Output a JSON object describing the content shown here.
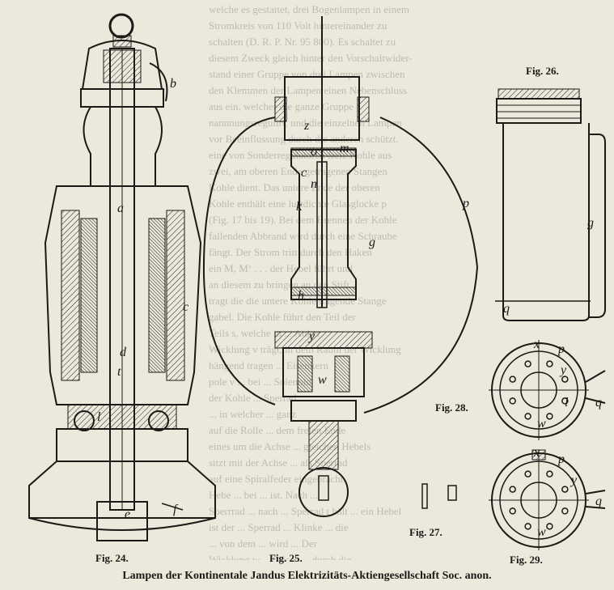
{
  "background_text": [
    "welche es gestattet, drei Bogenlampen in einem",
    "Stromkreis von 110 Volt hintereinander zu",
    "schalten (D. R. P. Nr. 95 800). Es schaltet zu",
    "diesem Zweck gleich hinter den Vorschaltwider-",
    "stand einer Gruppe von drei Lampen zwischen",
    "den Klemmen der Lampen einen Nebenschluss",
    "aus ein, welcher die ganze Gruppe",
    "nannnungsregulirt, und die einzelnen Lampen",
    "vor Beeinflussung durch die anderen schützt.",
    "eine von Sonderregulatoren freie Kohle aus",
    "zwei, am oberen Ende getragenen Stangen",
    "Kohle dient. Das untere Ende der oberen",
    "Kohle enthält eine luftdichte Glasglocke p",
    "(Fig. 17 bis 19). Bei dem Brennen der Kohle",
    "fallenden Abbrand wird durch eine Schraube",
    "fängt. Der Strom tritt durch den Haken",
    "ein M, M‘ . . . der Hebel führt und",
    "an diesem zu bringen an den Stift",
    "tragt die die untere Kohle tragende Stange",
    "gabel. Die Kohle führt den Teil der",
    "Teils s, welche in ... Anker",
    "Wicklung v trägt, in dem Raum der Wicklung",
    "hängend tragen ... Eisenkern",
    "pole v ... bei ... Solenoid",
    "der Kohle ... Sperrad",
    "... in welcher ... ganz",
    "auf die Rolle ... dem freien Ende",
    "eines um die Achse ... gleichen Hebels",
    "sitzt mit der Achse ... als Sperrad",
    "auf eine Spiralfeder eingebracht.",
    "Hebe ... bei ... ist. Nach ...",
    "Sperrrad ... nach ... Sperrad t hält ... ein Hebel",
    "ist der ... Sperrad ... Klinke ... die",
    "... von dem ... wird ... Der",
    "Wicklung w ... dieses ... durch die"
  ],
  "figure_labels": {
    "fig24": "Fig. 24.",
    "fig25": "Fig. 25.",
    "fig26": "Fig. 26.",
    "fig27": "Fig. 27.",
    "fig28": "Fig. 28.",
    "fig29": "Fig. 29."
  },
  "part_letters": {
    "fig24": [
      "b",
      "a",
      "c",
      "d",
      "t",
      "l",
      "e",
      "f"
    ],
    "fig25": [
      "z",
      "o",
      "m",
      "c",
      "n",
      "k",
      "g",
      "p",
      "h",
      "y",
      "w"
    ],
    "fig26": [
      "g",
      "q"
    ],
    "fig28": [
      "x",
      "p",
      "y",
      "w",
      "l",
      "q"
    ],
    "fig29": [
      "x",
      "p",
      "y",
      "w",
      "q"
    ]
  },
  "caption": "Lampen der Kontinentale Jandus Elektrizitäts-Aktiengesellschaft Soc. anon."
}
